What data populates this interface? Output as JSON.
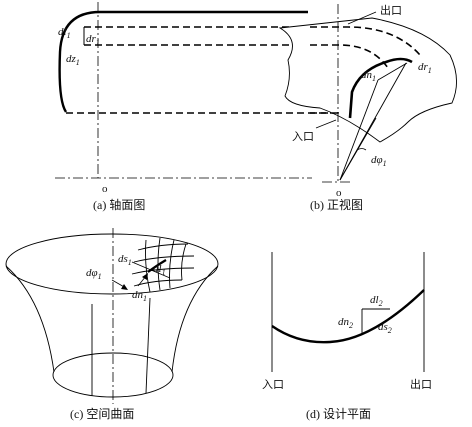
{
  "panels": {
    "a": {
      "caption": "(a) 轴面图",
      "labels": {
        "dl1": "dl",
        "dl1_sub": "1",
        "dr1": "dr",
        "dr1_sub": "1",
        "dz1": "dz",
        "dz1_sub": "1",
        "origin": "o"
      }
    },
    "b": {
      "caption": "(b) 正视图",
      "labels": {
        "outlet": "出口",
        "inlet": "入口",
        "dn1": "dn",
        "dn1_sub": "1",
        "dr1": "dr",
        "dr1_sub": "1",
        "dphi1": "dφ",
        "dphi1_sub": "1",
        "origin": "o"
      }
    },
    "c": {
      "caption": "(c) 空间曲面",
      "labels": {
        "ds1": "ds",
        "ds1_sub": "1",
        "dl1": "dl",
        "dl1_sub": "1",
        "dn1": "dn",
        "dn1_sub": "1",
        "dphi1": "dφ",
        "dphi1_sub": "1"
      }
    },
    "d": {
      "caption": "(d) 设计平面",
      "labels": {
        "dl2": "dl",
        "dl2_sub": "2",
        "dn2": "dn",
        "dn2_sub": "2",
        "ds2": "ds",
        "ds2_sub": "2",
        "inlet": "入口",
        "outlet": "出口"
      }
    }
  }
}
